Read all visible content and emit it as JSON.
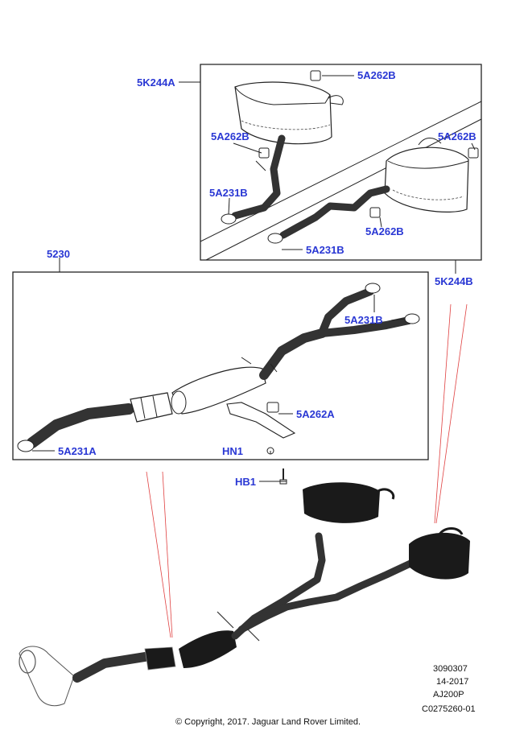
{
  "labels": {
    "rear_silencer_left": "5K244A",
    "rear_silencer_right": "5K244B",
    "front_assembly": "5230",
    "clamp_5a231a": "5A231A",
    "clamp_5a231b_1": "5A231B",
    "clamp_5a231b_2": "5A231B",
    "clamp_5a231b_3": "5A231B",
    "mount_5a262b_1": "5A262B",
    "mount_5a262b_2": "5A262B",
    "mount_5a262b_3": "5A262B",
    "mount_5a262b_4": "5A262B",
    "mount_5a262a": "5A262A",
    "nut_hn1": "HN1",
    "bolt_hb1": "HB1"
  },
  "meta": {
    "ref": "3090307",
    "date": "14-2017",
    "model": "AJ200P",
    "code": "C0275260-01"
  },
  "copyright": "© Copyright, 2017. Jaguar Land Rover Limited.",
  "colors": {
    "label_blue": "#2a38d4",
    "leader_red": "#e04040",
    "part_fill": "#1a1a1a"
  }
}
